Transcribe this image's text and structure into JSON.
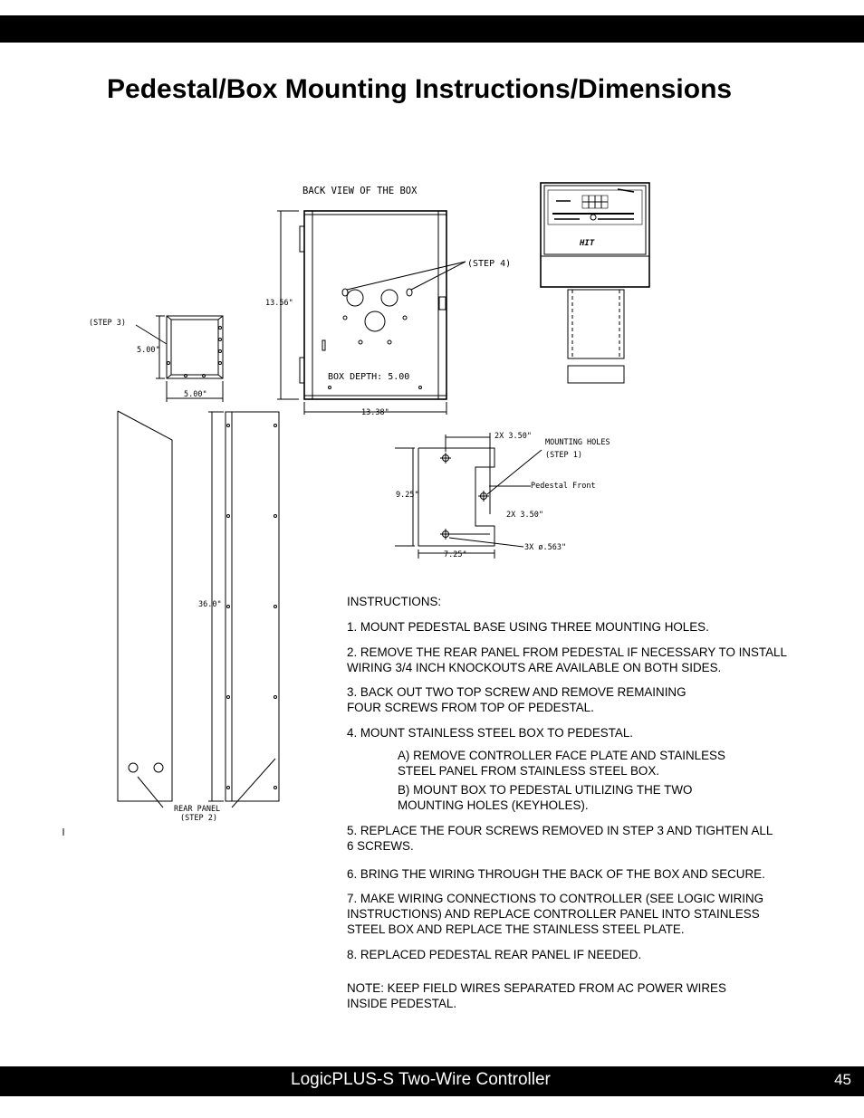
{
  "page": {
    "title": "Pedestal/Box Mounting Instructions/Dimensions",
    "footer_title": "LogicPLUS-S  Two-Wire Controller",
    "page_number": "45"
  },
  "drawing": {
    "back_view_label": "BACK VIEW OF THE BOX",
    "step4_label": "(STEP 4)",
    "box_height": "13.56\"",
    "box_width": "13.38\"",
    "box_depth": "BOX DEPTH: 5.00",
    "step3_label": "(STEP 3)",
    "top_height": "5.00\"",
    "top_width": "5.00\"",
    "pedestal_height": "36.0\"",
    "rear_panel_label": "REAR PANEL",
    "step2_label": "(STEP 2)",
    "spacing_top": "2X 3.50\"",
    "mounting_holes_label": "MOUNTING HOLES",
    "step1_label": "(STEP 1)",
    "pedestal_front_label": "Pedestal Front",
    "base_height": "9.25\"",
    "spacing_bottom": "2X 3.50\"",
    "base_width": "7.25\"",
    "hole_diameter": "3X  ø.563\"",
    "brand_mark": "HIT"
  },
  "instructions": {
    "heading": "INSTRUCTIONS:",
    "step1": "1. MOUNT PEDESTAL BASE USING THREE MOUNTING HOLES.",
    "step2": "2. REMOVE THE REAR PANEL FROM PEDESTAL IF NECESSARY TO INSTALL WIRING 3/4 INCH KNOCKOUTS ARE AVAILABLE ON BOTH SIDES.",
    "step3": "3. BACK OUT TWO TOP SCREW AND REMOVE REMAINING FOUR SCREWS FROM TOP OF PEDESTAL.",
    "step4": "4. MOUNT STAINLESS STEEL BOX TO PEDESTAL.",
    "step4a": "A) REMOVE CONTROLLER FACE PLATE AND STAINLESS STEEL PANEL FROM STAINLESS STEEL BOX.",
    "step4b": "B) MOUNT BOX TO PEDESTAL UTILIZING THE TWO MOUNTING HOLES (KEYHOLES).",
    "step5": "5. REPLACE THE FOUR SCREWS REMOVED IN STEP 3 AND TIGHTEN ALL 6 SCREWS.",
    "step6": "6. BRING THE WIRING THROUGH THE BACK OF THE BOX AND SECURE.",
    "step7": "7. MAKE WIRING CONNECTIONS TO CONTROLLER (SEE LOGIC WIRING INSTRUCTIONS) AND REPLACE CONTROLLER PANEL INTO STAINLESS STEEL BOX AND REPLACE THE STAINLESS STEEL PLATE.",
    "step8": "8. REPLACED PEDESTAL REAR PANEL IF NEEDED.",
    "note": "NOTE: KEEP FIELD WIRES SEPARATED FROM AC POWER WIRES INSIDE PEDESTAL."
  }
}
